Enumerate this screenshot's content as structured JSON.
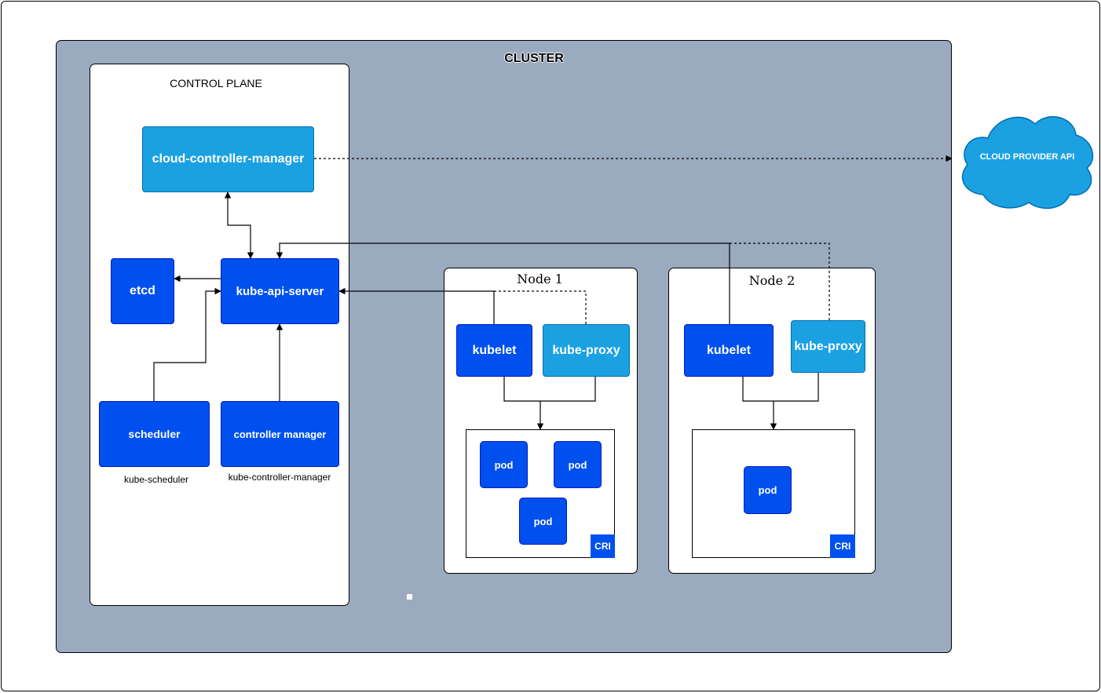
{
  "diagram": {
    "cluster_title": "CLUSTER",
    "control_plane": {
      "title": "CONTROL PLANE",
      "cloud_controller_manager": "cloud-controller-manager",
      "etcd": "etcd",
      "kube_api_server": "kube-api-server",
      "scheduler": "scheduler",
      "scheduler_caption": "kube-scheduler",
      "controller_manager": "controller manager",
      "controller_manager_caption": "kube-controller-manager"
    },
    "nodes": [
      {
        "title": "Node 1",
        "kubelet": "kubelet",
        "kube_proxy": "kube-proxy",
        "pods": [
          "pod",
          "pod",
          "pod"
        ],
        "cri": "CRI"
      },
      {
        "title": "Node 2",
        "kubelet": "kubelet",
        "kube_proxy": "kube-proxy",
        "pods": [
          "pod"
        ],
        "cri": "CRI"
      }
    ],
    "cloud_provider": "CLOUD PROVIDER API",
    "colors": {
      "cluster_bg": "#9aaabf",
      "component_dark": "#0050ef",
      "component_light": "#1ba1e2"
    }
  }
}
